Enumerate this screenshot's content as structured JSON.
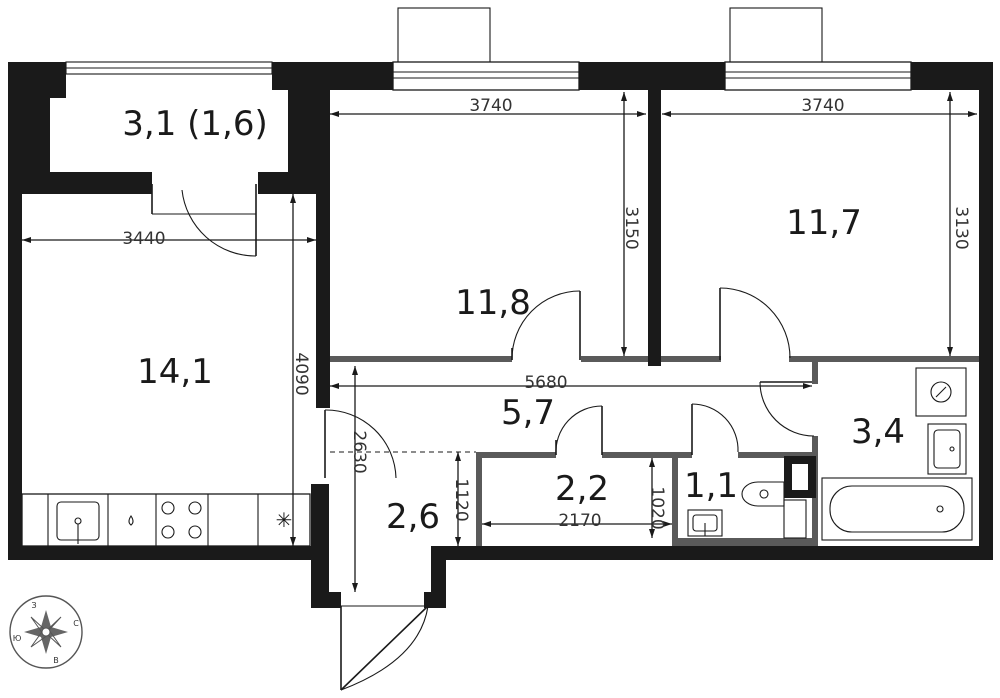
{
  "rooms": {
    "balcony": "3,1 (1,6)",
    "living": "14,1",
    "bedroom1": "11,8",
    "bedroom2": "11,7",
    "corridor": "5,7",
    "hall": "2,6",
    "storage": "2,2",
    "toilet": "1,1",
    "bathroom": "3,4"
  },
  "dimensions": {
    "bedroom1_width": "3740",
    "bedroom2_width": "3740",
    "living_width": "3440",
    "living_depth": "4090",
    "bedroom1_depth": "3150",
    "bedroom2_depth": "3130",
    "corridor_length": "5680",
    "hall_length": "2630",
    "storage_depth": "1120",
    "storage_width": "2170",
    "toilet_depth": "1020"
  },
  "compass": {
    "north": "З",
    "east": "С",
    "south": "В",
    "west": "Ю"
  },
  "colors": {
    "wall": "#1a1a1a",
    "partition": "#5a5a5a",
    "background": "#ffffff"
  }
}
